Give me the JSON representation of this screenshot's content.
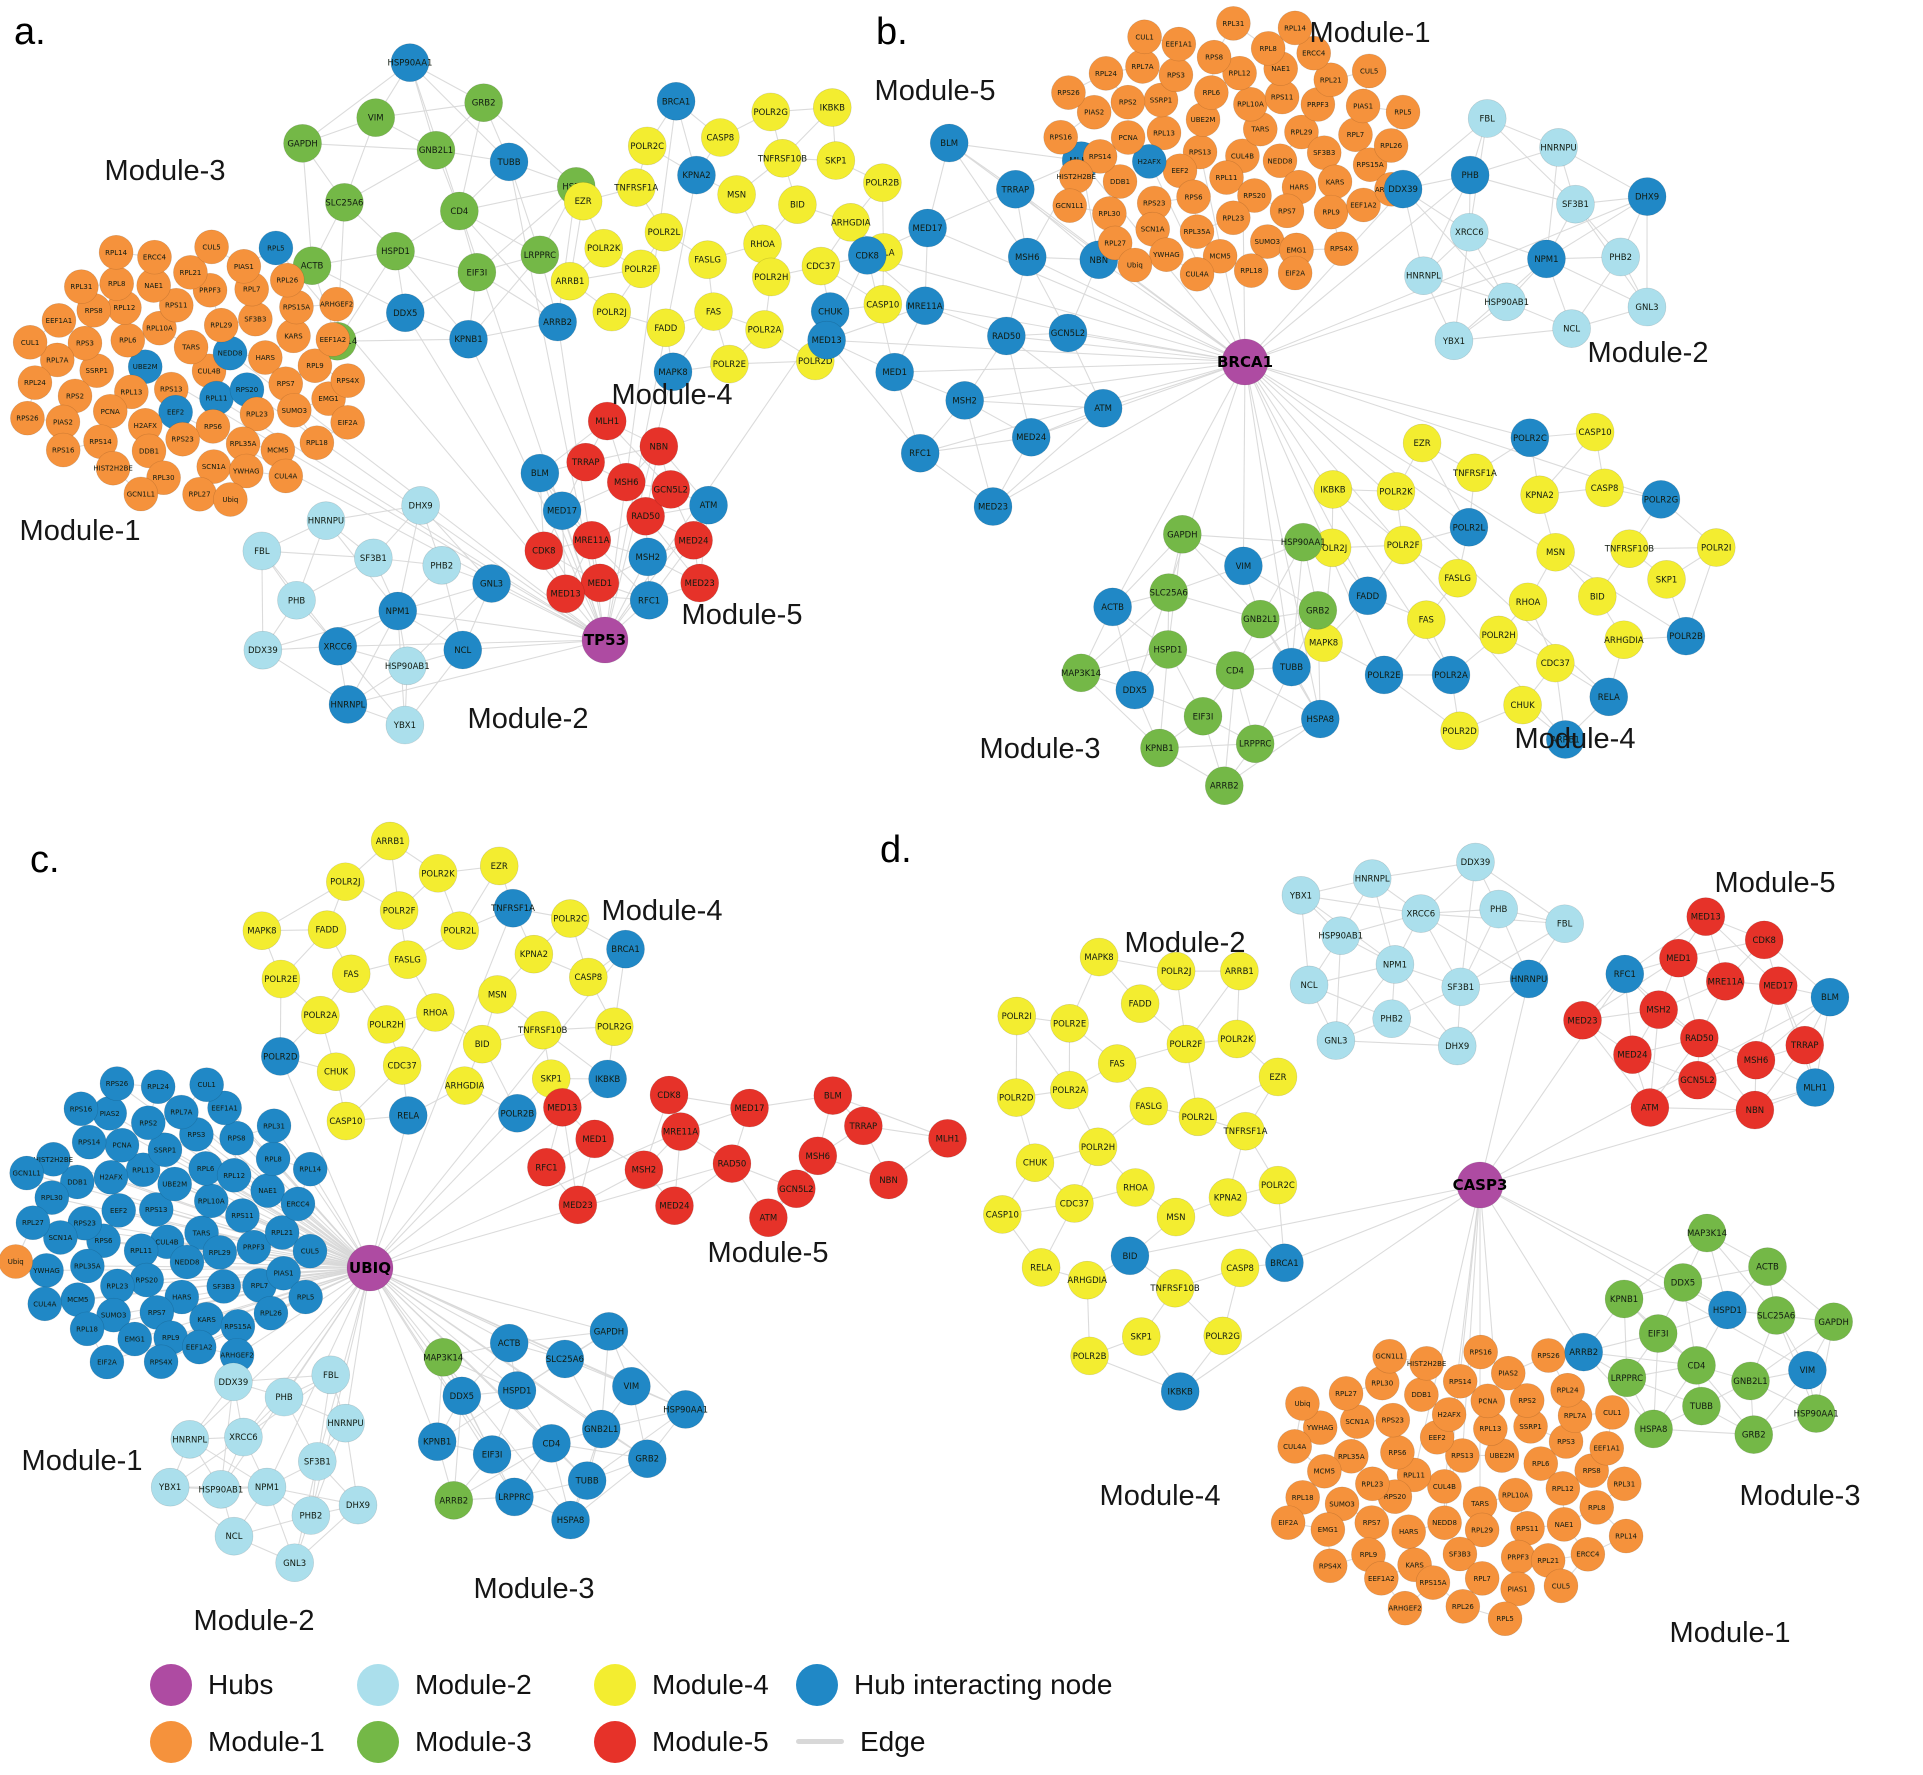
{
  "colors": {
    "hub": "#ae4ba2",
    "module1": "#f5923c",
    "module2": "#abdfec",
    "module3": "#74b847",
    "module4": "#f3ed30",
    "module5": "#e63229",
    "hub_interacting": "#2088c6",
    "edge": "#d8d8d8"
  },
  "gene_sets": {
    "module1": [
      "CUL4B",
      "RPS13",
      "TARS",
      "RPL11",
      "UBE2M",
      "NEDD8",
      "EEF2",
      "RPL10A",
      "RPS20",
      "RPL13",
      "RPL29",
      "RPS6",
      "RPL6",
      "HARS",
      "H2AFX",
      "RPS11",
      "RPL23",
      "SSRP1",
      "SF3B3",
      "RPS23",
      "RPL12",
      "RPS7",
      "PCNA",
      "PRPF3",
      "RPL35A",
      "RPS3",
      "KARS",
      "DDB1",
      "NAE1",
      "SUMO3",
      "RPS2",
      "RPL7",
      "SCN1A",
      "RPS8",
      "RPL9",
      "RPS14",
      "RPL21",
      "MCM5",
      "RPL7A",
      "RPS15A",
      "RPL30",
      "RPL8",
      "EMG1",
      "PIAS2",
      "PIAS1",
      "YWHAG",
      "EEF1A1",
      "EEF1A2",
      "HIST2H2BE",
      "ERCC4",
      "RPL18",
      "RPL24",
      "RPL26",
      "RPL27",
      "RPL31",
      "RPS4X",
      "RPS16",
      "CUL5",
      "CUL4A",
      "CUL1",
      "ARHGEF2",
      "GCN1L1",
      "RPL14",
      "EIF2A",
      "RPS26",
      "RPL5",
      "Ubiq"
    ],
    "module2": [
      "NPM1",
      "XRCC6",
      "SF3B1",
      "HSP90AB1",
      "PHB",
      "PHB2",
      "HNRNPL",
      "HNRNPU",
      "NCL",
      "DDX39",
      "DHX9",
      "YBX1",
      "FBL",
      "GNL3"
    ],
    "module3": [
      "CD4",
      "HSPD1",
      "GNB2L1",
      "EIF3I",
      "SLC25A6",
      "TUBB",
      "DDX5",
      "VIM",
      "LRPPRC",
      "ACTB",
      "GRB2",
      "KPNB1",
      "GAPDH",
      "HSPA8",
      "MAP3K14",
      "HSP90AA1",
      "ARRB2"
    ],
    "module4": [
      "RHOA",
      "FASLG",
      "MSN",
      "POLR2H",
      "POLR2L",
      "BID",
      "FAS",
      "KPNA2",
      "CDC37",
      "POLR2F",
      "TNFRSF10B",
      "POLR2A",
      "TNFRSF1A",
      "ARHGDIA",
      "FADD",
      "CASP8",
      "CHUK",
      "POLR2K",
      "SKP1",
      "POLR2E",
      "POLR2C",
      "RELA",
      "POLR2J",
      "POLR2G",
      "POLR2D",
      "EZR",
      "POLR2B",
      "MAPK8",
      "BRCA1",
      "CASP10",
      "ARRB1",
      "IKBKB",
      "POLR2I"
    ],
    "module5": [
      "RAD50",
      "MRE11A",
      "MSH6",
      "MSH2",
      "MED17",
      "GCN5L2",
      "MED1",
      "TRRAP",
      "MED24",
      "CDK8",
      "NBN",
      "RFC1",
      "BLM",
      "ATM",
      "MED13",
      "MLH1",
      "MED23"
    ]
  },
  "panels": [
    {
      "id": "a",
      "label": "a.",
      "hub": "TP53",
      "modules": [
        {
          "name": "Module-3",
          "genes": "module3",
          "colorKey": "module3",
          "overrides": {
            "TUBB": "hub_interacting",
            "DDX5": "hub_interacting",
            "HSP90AA1": "hub_interacting",
            "ARRB2": "hub_interacting",
            "KPNB1": "hub_interacting"
          }
        },
        {
          "name": "Module-4",
          "genes": "module4",
          "colorKey": "module4",
          "exclude": [
            "POLR2I"
          ],
          "overrides": {
            "CHUK": "hub_interacting",
            "MAPK8": "hub_interacting",
            "BRCA1": "hub_interacting",
            "KPNA2": "hub_interacting"
          }
        },
        {
          "name": "Module-1",
          "genes": "module1",
          "colorKey": "module1",
          "overrides": {
            "RPL11": "hub_interacting",
            "UBE2M": "hub_interacting",
            "NEDD8": "hub_interacting",
            "EEF2": "hub_interacting",
            "RPL5": "hub_interacting",
            "RPS20": "hub_interacting"
          }
        },
        {
          "name": "Module-2",
          "genes": "module2",
          "colorKey": "module2",
          "overrides": {
            "HNRNPL": "hub_interacting",
            "XRCC6": "hub_interacting",
            "NPM1": "hub_interacting",
            "GNL3": "hub_interacting",
            "NCL": "hub_interacting"
          }
        },
        {
          "name": "Module-5",
          "genes": "module5",
          "colorKey": "module5",
          "overrides": {
            "MSH2": "hub_interacting",
            "MED17": "hub_interacting",
            "BLM": "hub_interacting",
            "ATM": "hub_interacting",
            "RFC1": "hub_interacting"
          }
        }
      ]
    },
    {
      "id": "b",
      "label": "b.",
      "hub": "BRCA1",
      "modules": [
        {
          "name": "Module-5",
          "genes": "module5",
          "colorKey": "hub_interacting",
          "k": 4
        },
        {
          "name": "Module-1",
          "genes": "module1",
          "colorKey": "module1",
          "hubSpokes": 2,
          "overrides": {
            "H2AFX": "hub_interacting"
          }
        },
        {
          "name": "Module-2",
          "genes": "module2",
          "colorKey": "module2",
          "overrides": {
            "NPM1": "hub_interacting",
            "DHX9": "hub_interacting",
            "DDX39": "hub_interacting",
            "PHB": "hub_interacting"
          }
        },
        {
          "name": "Module-4",
          "genes": "module4",
          "colorKey": "module4",
          "exclude": [
            "BRCA1"
          ],
          "overrides": {
            "POLR2A": "hub_interacting",
            "POLR2B": "hub_interacting",
            "POLR2C": "hub_interacting",
            "POLR2E": "hub_interacting",
            "POLR2G": "hub_interacting",
            "POLR2L": "hub_interacting",
            "ARRB1": "hub_interacting",
            "RELA": "hub_interacting",
            "FADD": "hub_interacting"
          }
        },
        {
          "name": "Module-3",
          "genes": "module3",
          "colorKey": "module3",
          "overrides": {
            "TUBB": "hub_interacting",
            "HSPA8": "hub_interacting",
            "VIM": "hub_interacting",
            "ACTB": "hub_interacting",
            "DDX5": "hub_interacting"
          }
        }
      ]
    },
    {
      "id": "c",
      "label": "c.",
      "hub": "UBIQ",
      "modules": [
        {
          "name": "Module-4",
          "genes": "module4",
          "colorKey": "module4",
          "exclude": [
            "POLR2I"
          ],
          "overrides": {
            "BRCA1": "hub_interacting",
            "IKBKB": "hub_interacting",
            "TNFRSF1A": "hub_interacting",
            "RELA": "hub_interacting",
            "POLR2D": "hub_interacting",
            "POLR2B": "hub_interacting"
          }
        },
        {
          "name": "Module-1",
          "genes": "module1",
          "colorKey": "hub_interacting",
          "overrides": {
            "Ubiq": "module1"
          }
        },
        {
          "name": "Module-5",
          "genes": "module5",
          "colorKey": "module5",
          "hubSpokes": 2,
          "k": 3
        },
        {
          "name": "Module-2",
          "genes": "module2",
          "colorKey": "module2",
          "hubSpokes": 8
        },
        {
          "name": "Module-3",
          "genes": "module3",
          "colorKey": "hub_interacting",
          "overrides": {
            "ARRB2": "module3",
            "MAP3K14": "module3"
          }
        }
      ]
    },
    {
      "id": "d",
      "label": "d.",
      "hub": "CASP3",
      "modules": [
        {
          "name": "Module-2",
          "genes": "module2",
          "colorKey": "module2",
          "overrides": {
            "HNRNPU": "hub_interacting"
          }
        },
        {
          "name": "Module-5",
          "genes": "module5",
          "colorKey": "module5",
          "overrides": {
            "RFC1": "hub_interacting",
            "MLH1": "hub_interacting",
            "BLM": "hub_interacting"
          }
        },
        {
          "name": "Module-4",
          "genes": "module4",
          "colorKey": "module4",
          "overrides": {
            "BRCA1": "hub_interacting",
            "IKBKB": "hub_interacting",
            "BID": "hub_interacting"
          }
        },
        {
          "name": "Module-1",
          "genes": "module1",
          "colorKey": "module1",
          "hubSpokes": 6
        },
        {
          "name": "Module-3",
          "genes": "module3",
          "colorKey": "module3",
          "overrides": {
            "VIM": "hub_interacting",
            "HSPD1": "hub_interacting",
            "ARRB2": "hub_interacting"
          }
        }
      ]
    }
  ],
  "legend": {
    "items": [
      {
        "label": "Hubs",
        "colorKey": "hub",
        "shape": "circle"
      },
      {
        "label": "Module-2",
        "colorKey": "module2",
        "shape": "circle"
      },
      {
        "label": "Module-4",
        "colorKey": "module4",
        "shape": "circle"
      },
      {
        "label": "Hub interacting node",
        "colorKey": "hub_interacting",
        "shape": "circle"
      },
      {
        "label": "Module-1",
        "colorKey": "module1",
        "shape": "circle"
      },
      {
        "label": "Module-3",
        "colorKey": "module3",
        "shape": "circle"
      },
      {
        "label": "Module-5",
        "colorKey": "module5",
        "shape": "circle"
      },
      {
        "label": "Edge",
        "colorKey": "edge",
        "shape": "line"
      }
    ]
  }
}
